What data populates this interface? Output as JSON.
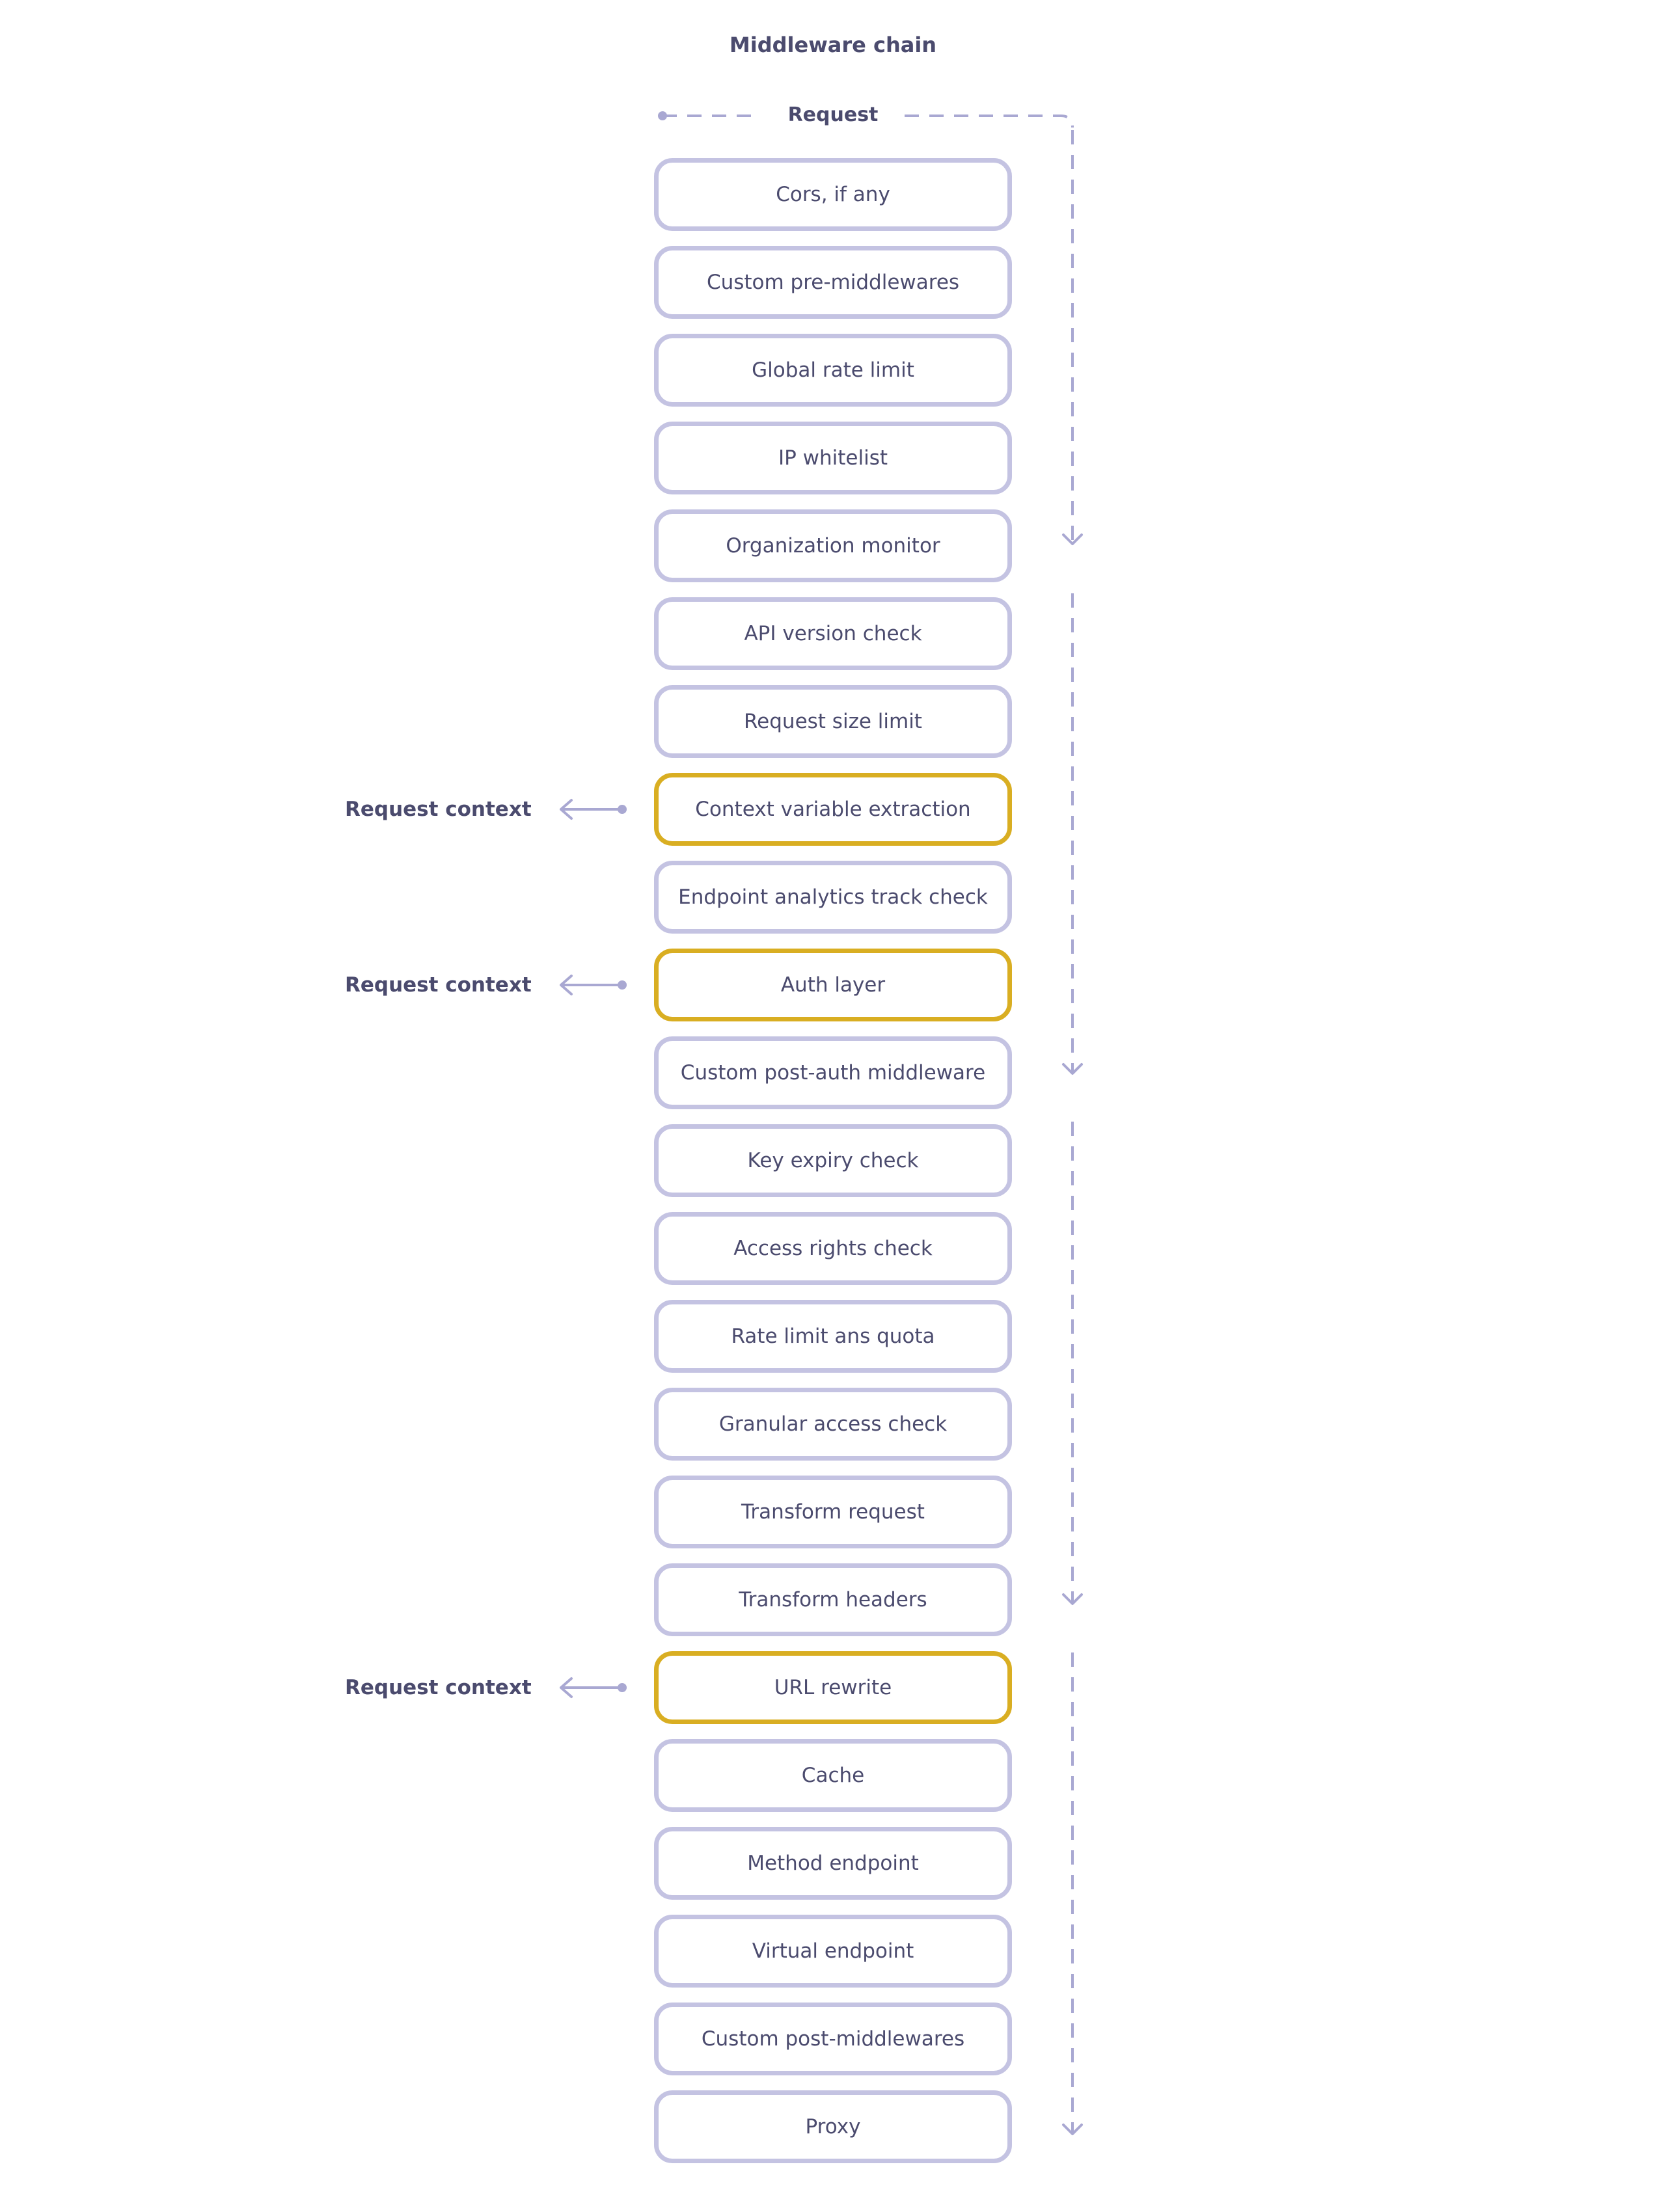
{
  "diagram": {
    "title": "Middleware chain",
    "request_label": "Request",
    "context_label": "Request context",
    "steps": [
      {
        "label": "Cors, if any",
        "highlight": false
      },
      {
        "label": "Custom pre-middlewares",
        "highlight": false
      },
      {
        "label": "Global rate limit",
        "highlight": false
      },
      {
        "label": "IP whitelist",
        "highlight": false
      },
      {
        "label": "Organization monitor",
        "highlight": false
      },
      {
        "label": "API version check",
        "highlight": false
      },
      {
        "label": "Request size limit",
        "highlight": false
      },
      {
        "label": "Context variable extraction",
        "highlight": true
      },
      {
        "label": "Endpoint analytics track check",
        "highlight": false
      },
      {
        "label": "Auth layer",
        "highlight": true
      },
      {
        "label": "Custom post-auth middleware",
        "highlight": false
      },
      {
        "label": "Key expiry check",
        "highlight": false
      },
      {
        "label": "Access rights check",
        "highlight": false
      },
      {
        "label": "Rate limit ans quota",
        "highlight": false
      },
      {
        "label": "Granular access check",
        "highlight": false
      },
      {
        "label": "Transform request",
        "highlight": false
      },
      {
        "label": "Transform headers",
        "highlight": false
      },
      {
        "label": "URL rewrite",
        "highlight": true
      },
      {
        "label": "Cache",
        "highlight": false
      },
      {
        "label": "Method endpoint",
        "highlight": false
      },
      {
        "label": "Virtual endpoint",
        "highlight": false
      },
      {
        "label": "Custom post-middlewares",
        "highlight": false
      },
      {
        "label": "Proxy",
        "highlight": false
      }
    ]
  },
  "colors": {
    "text": "#4b4b6e",
    "box_border": "#c4c3e2",
    "highlight_border": "#d9ae22",
    "connector": "#a9a8d2"
  }
}
